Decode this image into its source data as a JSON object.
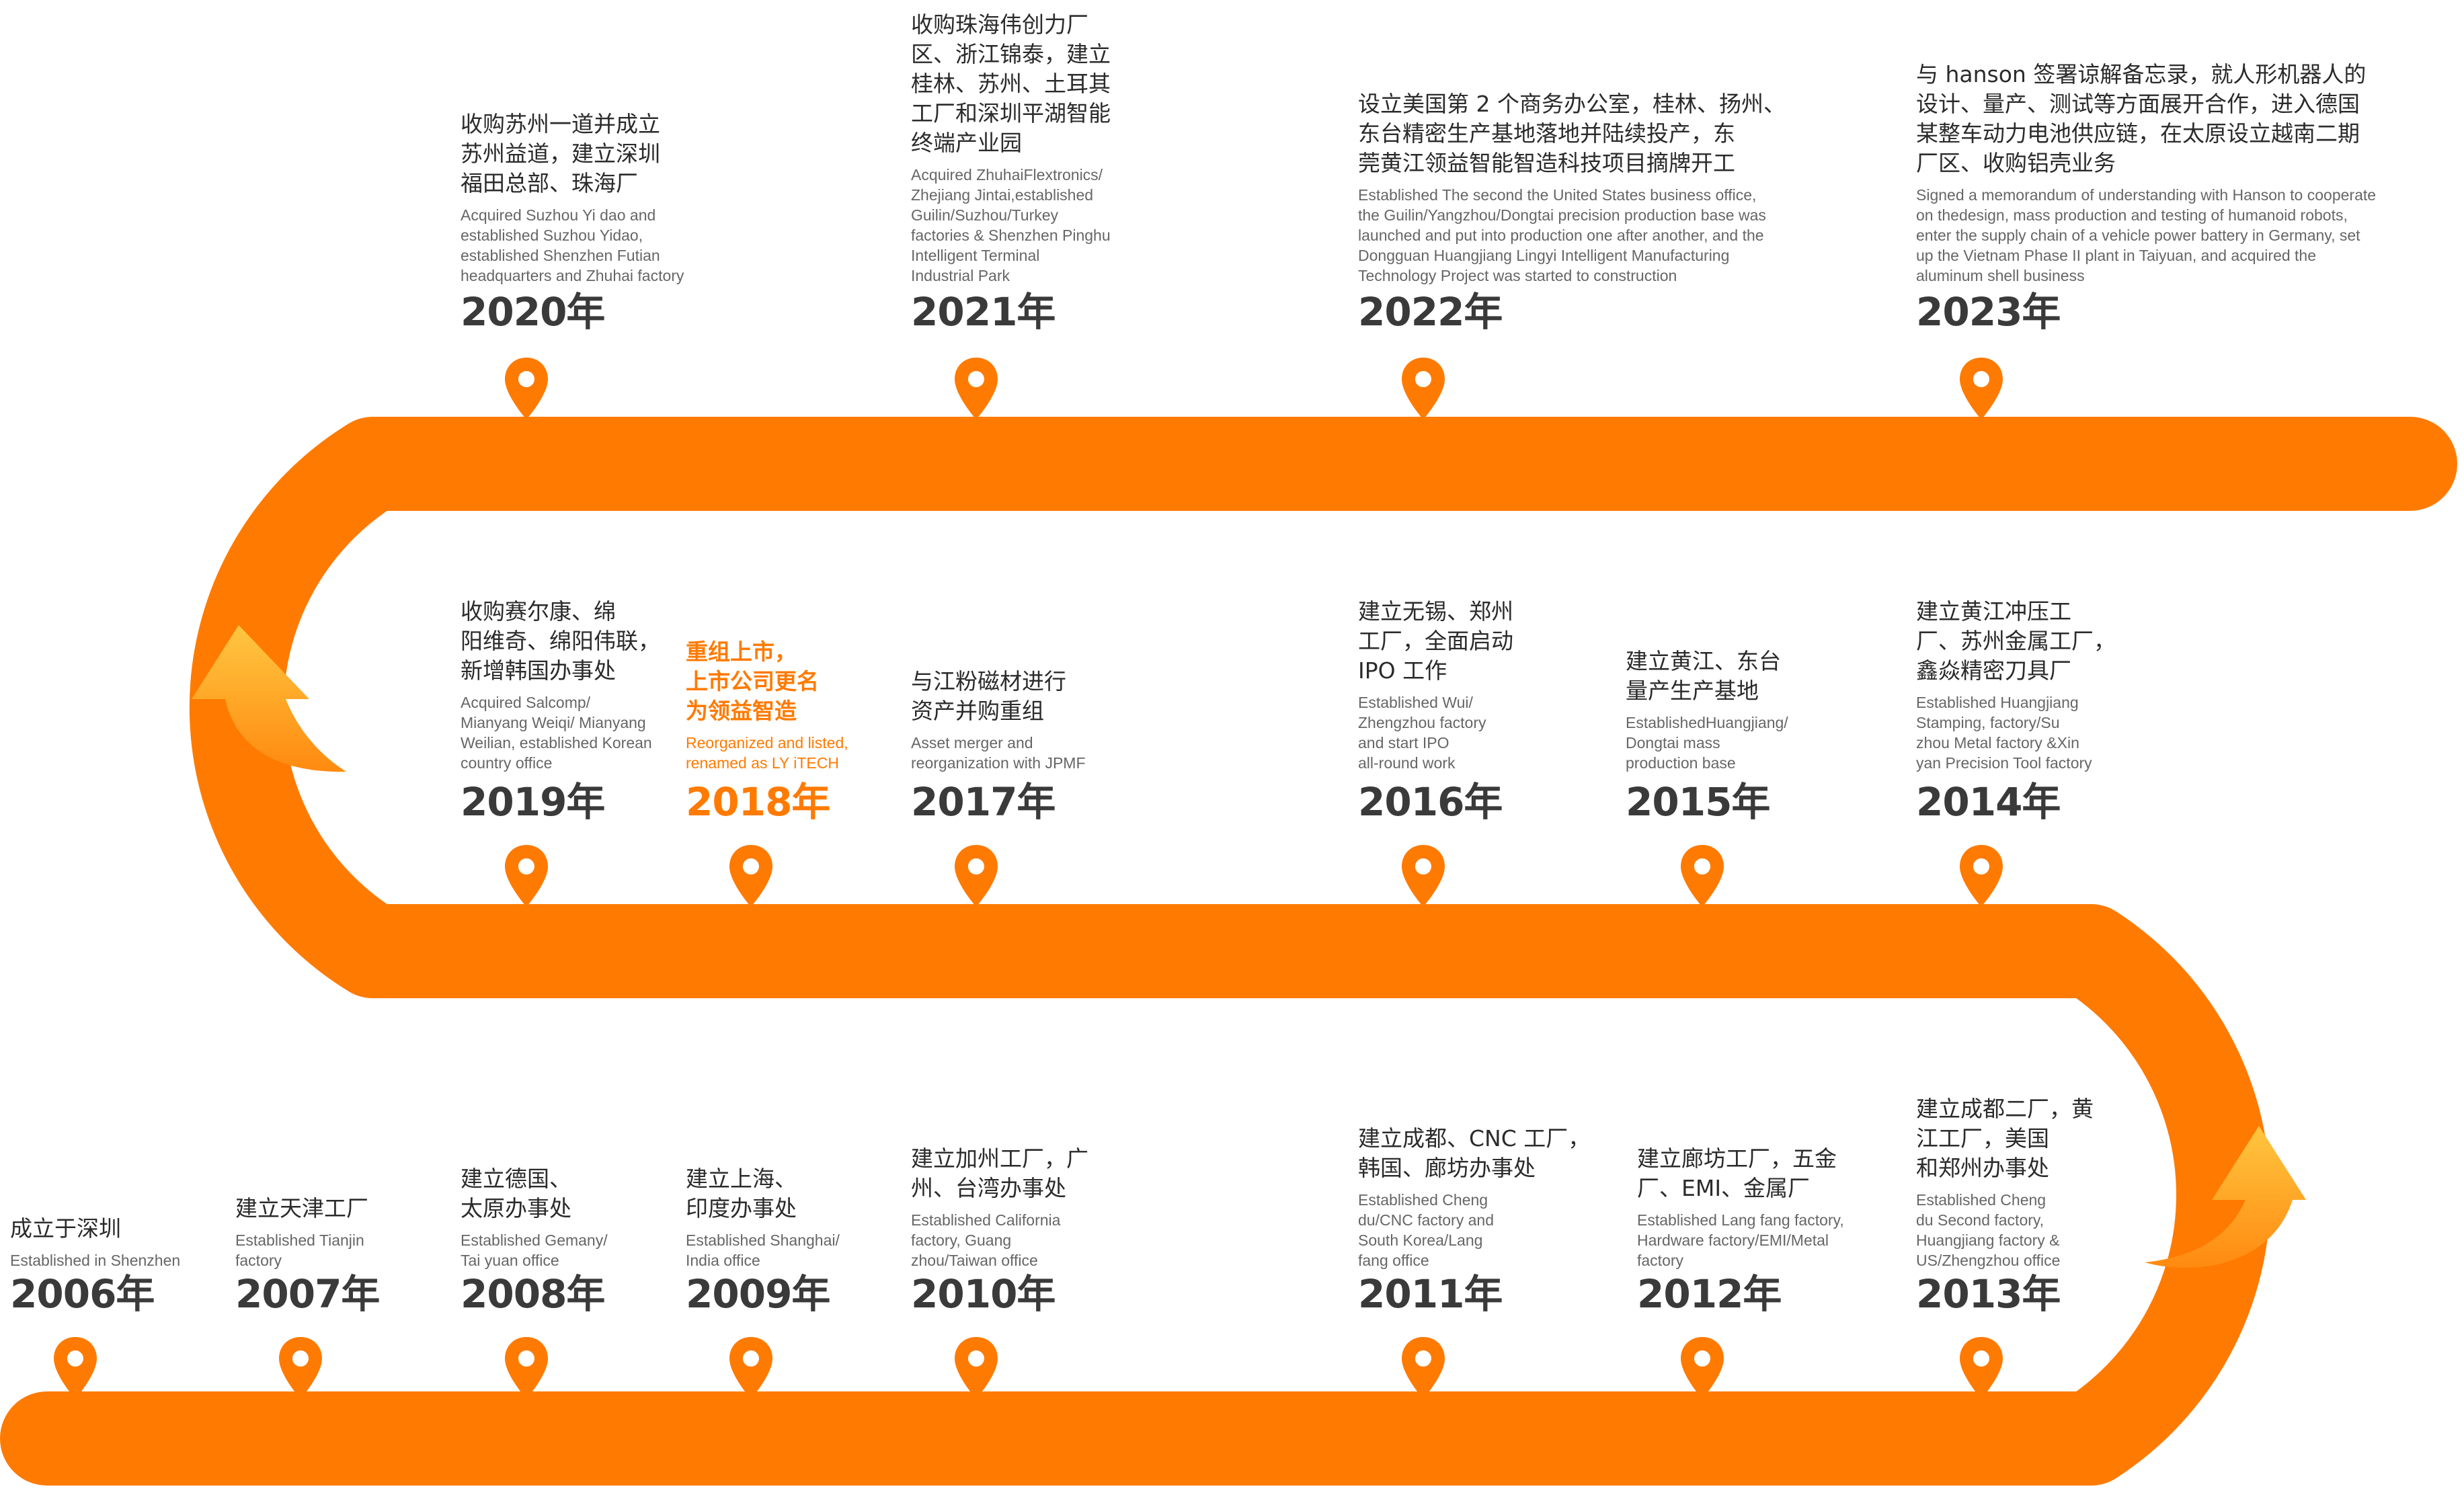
{
  "colors": {
    "track": "#ff7a00",
    "pin": "#ff7a00",
    "highlight": "#ff7a00",
    "arrow_light": "#ffc640",
    "arrow_dark": "#ff8a10",
    "year": "#3a3a3a"
  },
  "milestones": [
    {
      "year": "2006年",
      "cn": "成立于深圳",
      "en": "Established in Shenzhen",
      "highlight": false
    },
    {
      "year": "2007年",
      "cn": "建立天津工厂",
      "en": "Established Tianjin\nfactory",
      "highlight": false
    },
    {
      "year": "2008年",
      "cn": "建立德国、\n太原办事处",
      "en": "Established Gemany/\nTai yuan office",
      "highlight": false
    },
    {
      "year": "2009年",
      "cn": "建立上海、\n印度办事处",
      "en": "Established Shanghai/\nIndia office",
      "highlight": false
    },
    {
      "year": "2010年",
      "cn": "建立加州工厂，广\n州、台湾办事处",
      "en": "Established California\nfactory, Guang\nzhou/Taiwan office",
      "highlight": false
    },
    {
      "year": "2011年",
      "cn": "建立成都、CNC 工厂，\n韩国、廊坊办事处",
      "en": "Established Cheng\ndu/CNC factory and\nSouth Korea/Lang\nfang office",
      "highlight": false
    },
    {
      "year": "2012年",
      "cn": "建立廊坊工厂，五金\n厂、EMI、金属厂",
      "en": "Established Lang fang factory,\nHardware factory/EMI/Metal\nfactory",
      "highlight": false
    },
    {
      "year": "2013年",
      "cn": "建立成都二厂，黄\n江工厂，美国\n和郑州办事处",
      "en": "Established Cheng\ndu Second factory,\nHuangjiang factory &\nUS/Zhengzhou office",
      "highlight": false
    },
    {
      "year": "2014年",
      "cn": "建立黄江冲压工\n厂、苏州金属工厂，\n鑫焱精密刀具厂",
      "en": "Established Huangjiang\nStamping, factory/Su\nzhou Metal factory &Xin\nyan Precision Tool factory",
      "highlight": false
    },
    {
      "year": "2015年",
      "cn": "建立黄江、东台\n量产生产基地",
      "en": "EstablishedHuangjiang/\nDongtai mass\nproduction base",
      "highlight": false
    },
    {
      "year": "2016年",
      "cn": "建立无锡、郑州\n工厂，全面启动\nIPO 工作",
      "en": "Established Wui/\nZhengzhou factory\nand start IPO\nall-round work",
      "highlight": false
    },
    {
      "year": "2017年",
      "cn": "与江粉磁材进行\n资产并购重组",
      "en": "Asset merger and\nreorganization with JPMF",
      "highlight": false
    },
    {
      "year": "2018年",
      "cn": "重组上市，\n上市公司更名\n为领益智造",
      "en": "Reorganized and listed,\nrenamed as LY iTECH",
      "highlight": true
    },
    {
      "year": "2019年",
      "cn": "收购赛尔康、绵\n阳维奇、绵阳伟联，\n新增韩国办事处",
      "en": "Acquired Salcomp/\nMianyang Weiqi/ Mianyang\nWeilian, established Korean\ncountry office",
      "highlight": false
    },
    {
      "year": "2020年",
      "cn": "收购苏州一道并成立\n苏州益道，建立深圳\n福田总部、珠海厂",
      "en": "Acquired Suzhou Yi dao and\nestablished Suzhou Yidao,\nestablished Shenzhen Futian\nheadquarters and Zhuhai factory",
      "highlight": false
    },
    {
      "year": "2021年",
      "cn": "收购珠海伟创力厂\n区、浙江锦泰，建立\n桂林、苏州、土耳其\n工厂和深圳平湖智能\n终端产业园",
      "en": "Acquired ZhuhaiFlextronics/\nZhejiang Jintai,established\nGuilin/Suzhou/Turkey\nfactories & Shenzhen Pinghu\nIntelligent Terminal\nIndustrial Park",
      "highlight": false
    },
    {
      "year": "2022年",
      "cn": "设立美国第 2 个商务办公室，桂林、扬州、\n东台精密生产基地落地并陆续投产，东\n莞黄江领益智能智造科技项目摘牌开工",
      "en": "Established The second the United States business office,\nthe Guilin/Yangzhou/Dongtai precision production base was\nlaunched and put into production one after another, and the\nDongguan Huangjiang Lingyi Intelligent Manufacturing\nTechnology Project was started to construction",
      "highlight": false
    },
    {
      "year": "2023年",
      "cn": "与 hanson 签署谅解备忘录，就人形机器人的\n设计、量产、测试等方面展开合作，进入德国\n某整车动力电池供应链，在太原设立越南二期\n厂区、收购铝壳业务",
      "en": "Signed a memorandum of understanding with Hanson to cooperate\non thedesign, mass production and testing of humanoid robots,\nenter the supply chain of a vehicle power battery in Germany, set\nup the Vietnam Phase II plant in Taiyuan, and acquired the\naluminum shell business",
      "highlight": false
    }
  ]
}
